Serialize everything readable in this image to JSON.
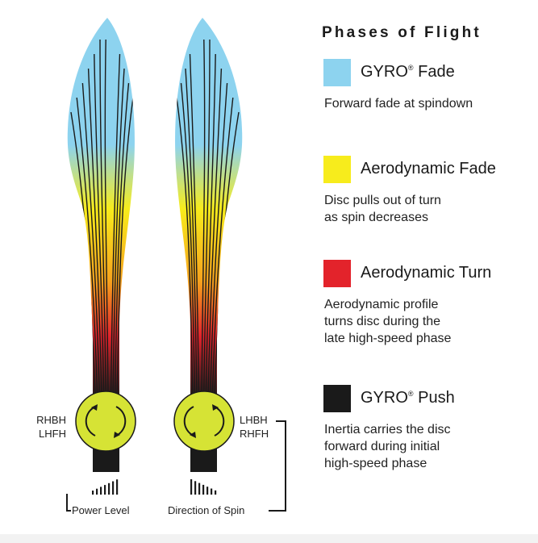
{
  "title": "Phases of Flight",
  "legend": [
    {
      "name": "GYRO",
      "suffix": "Fade",
      "desc_lines": [
        "Forward fade at spindown"
      ],
      "color": "#8dd3ef"
    },
    {
      "name": "",
      "suffix": "Aerodynamic Fade",
      "desc_lines": [
        "Disc pulls out of turn",
        "as spin decreases"
      ],
      "color": "#f7ec1c"
    },
    {
      "name": "",
      "suffix": "Aerodynamic Turn",
      "desc_lines": [
        "Aerodynamic profile",
        "turns disc during the",
        "late high-speed phase"
      ],
      "color": "#e3232b"
    },
    {
      "name": "GYRO",
      "suffix": "Push",
      "desc_lines": [
        "Inertia carries the disc",
        "forward during initial",
        "high-speed phase"
      ],
      "color": "#1a1a1a"
    }
  ],
  "registered_mark": "®",
  "left_labels": [
    "RHBH",
    "LHFH"
  ],
  "right_labels": [
    "LHBH",
    "RHFH"
  ],
  "power_level_label": "Power Level",
  "direction_label": "Direction of Spin",
  "colors": {
    "fade_blue": "#8dd3ef",
    "yellow": "#f7ec1c",
    "orange": "#f6a21d",
    "red": "#e3232b",
    "dark": "#1a1a1a",
    "disc": "#d6e335"
  }
}
